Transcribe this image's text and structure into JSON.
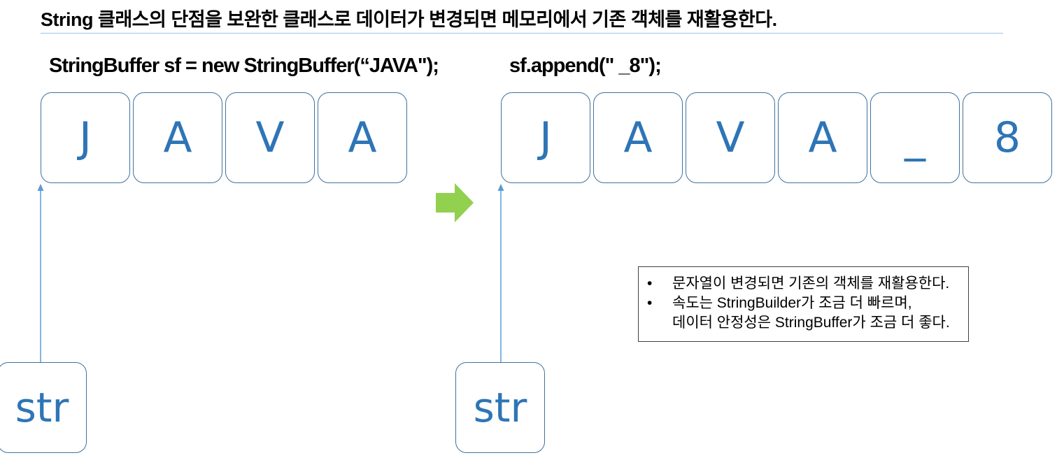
{
  "title": "String 클래스의 단점을 보완한 클래스로 데이터가 변경되면 메모리에서 기존 객체를 재활용한다.",
  "left_panel": {
    "code": "StringBuffer sf = new StringBuffer(“JAVA\");",
    "cells": [
      "J",
      "A",
      "V",
      "A"
    ],
    "pointer_label": "str"
  },
  "right_panel": {
    "code": "sf.append(\" _8\");",
    "cells": [
      "J",
      "A",
      "V",
      "A",
      "_",
      "8"
    ],
    "pointer_label": "str"
  },
  "note": {
    "bullet": "•",
    "items": [
      {
        "lines": [
          "문자열이 변경되면 기존의 객체를 재활용한다."
        ]
      },
      {
        "lines": [
          "속도는 StringBuilder가 조금 더 빠르며,",
          "데이터 안정성은 StringBuffer가 조금 더 좋다."
        ]
      }
    ]
  },
  "colors": {
    "accent_blue": "#2e75b6",
    "border_blue": "#41719c",
    "arrow_green": "#92d050",
    "rule_blue": "#9dc3e6"
  }
}
